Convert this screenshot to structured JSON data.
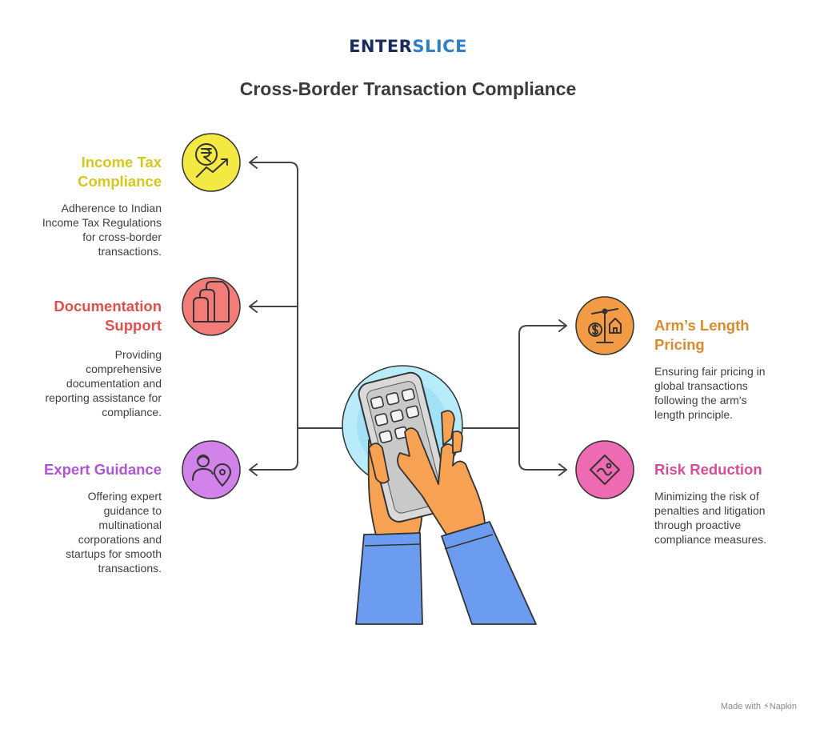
{
  "brand": {
    "logo_part1": "ENTER",
    "logo_part2": "SLICE"
  },
  "title": "Cross-Border Transaction Compliance",
  "items": [
    {
      "heading_line1": "Income Tax",
      "heading_line2": "Compliance",
      "desc_lines": [
        "Adherence to Indian",
        "Income Tax Regulations",
        "for cross-border",
        "transactions."
      ],
      "color": "#d6c81a",
      "icon": "rupee-growth-icon"
    },
    {
      "heading_line1": "Documentation",
      "heading_line2": "Support",
      "desc_lines": [
        "Providing",
        "comprehensive",
        "documentation and",
        "reporting assistance for",
        "compliance."
      ],
      "color": "#e0504d",
      "icon": "documents-icon"
    },
    {
      "heading_line1": "Expert Guidance",
      "heading_line2": "",
      "desc_lines": [
        "Offering expert",
        "guidance to",
        "multinational",
        "corporations and",
        "startups for smooth",
        "transactions."
      ],
      "color": "#b054d4",
      "icon": "expert-location-icon"
    },
    {
      "heading_line1": "Arm’s Length",
      "heading_line2": "Pricing",
      "desc_lines": [
        "Ensuring fair pricing in",
        "global transactions",
        "following the arm's",
        "length principle."
      ],
      "color": "#dc8a2c",
      "icon": "balance-scale-icon"
    },
    {
      "heading_line1": "Risk Reduction",
      "heading_line2": "",
      "desc_lines": [
        "Minimizing the risk of",
        "penalties and litigation",
        "through proactive",
        "compliance measures."
      ],
      "color": "#d54d96",
      "icon": "warning-sign-icon"
    }
  ],
  "footer": {
    "made_with": "Made with",
    "brand": "Napkin"
  }
}
